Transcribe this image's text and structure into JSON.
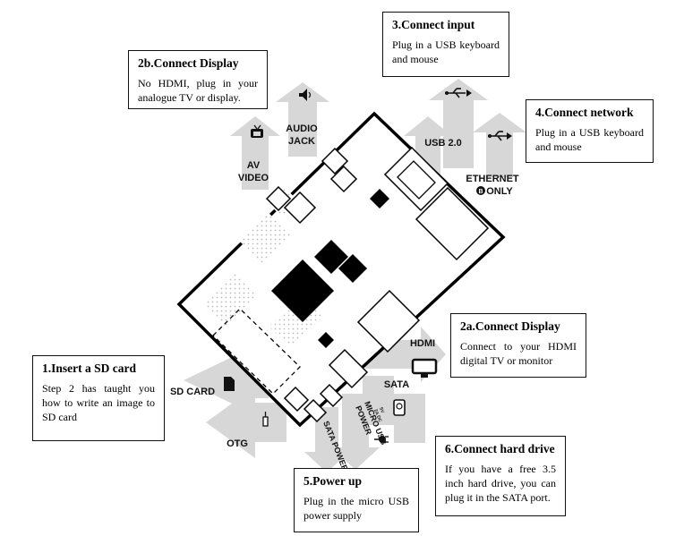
{
  "boxes": {
    "connect_display_av": {
      "title": "2b.Connect Display",
      "desc": "No HDMI, plug in your analogue TV or display."
    },
    "connect_input": {
      "title": "3.Connect input",
      "desc": "Plug in a USB keyboard and mouse"
    },
    "connect_network": {
      "title": "4.Connect network",
      "desc": "Plug in a USB keyboard and mouse"
    },
    "connect_display_hdmi": {
      "title": "2a.Connect Display",
      "desc": "Connect to your HDMI digital TV or monitor"
    },
    "insert_sd": {
      "title": "1.Insert a SD card",
      "desc": "Step 2 has taught you how to write an image to SD card"
    },
    "power_up": {
      "title": "5.Power up",
      "desc": "Plug in the micro USB power supply"
    },
    "connect_hdd": {
      "title": "6.Connect hard drive",
      "desc": "If you have a free 3.5 inch hard drive, you can plug it in the SATA port."
    }
  },
  "ports": {
    "av": [
      "AV",
      "VIDEO"
    ],
    "audio": [
      "AUDIO",
      "JACK"
    ],
    "usb": "USB 2.0",
    "ethernet": [
      "ETHERNET",
      "ONLY"
    ],
    "ethernet_badge": "B",
    "hdmi": "HDMI",
    "sata": "SATA",
    "sd": "SD CARD",
    "otg": "OTG",
    "micro_usb": [
      "MICRO USB",
      "POWER"
    ],
    "micro_usb_spec": [
      "5V",
      "2A DC"
    ],
    "sata_power": "SATA POWER"
  }
}
